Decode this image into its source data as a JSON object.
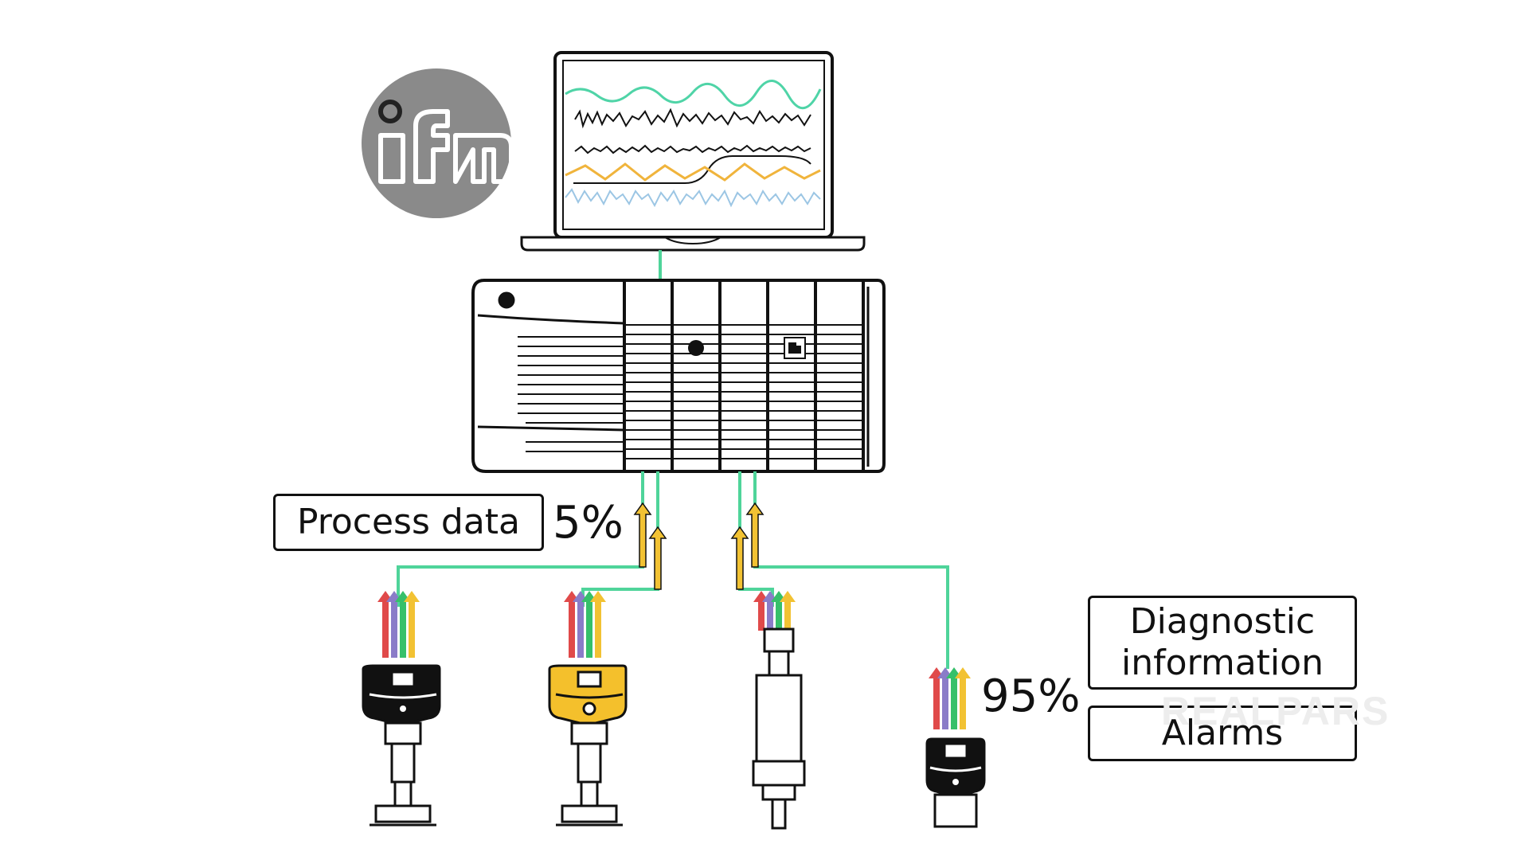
{
  "logo": {
    "text": "ifm"
  },
  "labels": {
    "process_data": "Process data",
    "process_percent": "5%",
    "diagnostic_line1": "Diagnostic",
    "diagnostic_line2": "information",
    "diagnostic_percent": "95%",
    "alarms": "Alarms"
  },
  "watermark": "REALPARS",
  "colors": {
    "cable": "#4fd49a",
    "arrow": "#f2c233",
    "trace_green": "#4fd4a7",
    "trace_orange": "#f0b43c",
    "trace_blue": "#9cc6e4",
    "arrow_red": "#e04a4a",
    "arrow_purple": "#8a7cc8",
    "arrow_green": "#36c06a",
    "arrow_yellow": "#f2c233",
    "logo_bg": "#8a8a8a",
    "sensor_yellow": "#f4c02c"
  }
}
